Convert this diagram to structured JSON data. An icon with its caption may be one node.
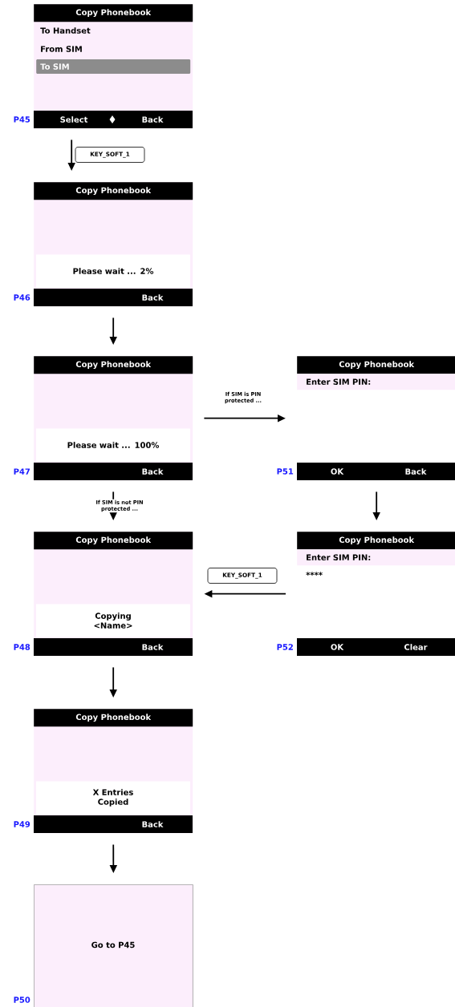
{
  "diagram": {
    "nodes": [
      {
        "text": [
          "Copy Phonebook",
          "To Handset",
          "From SIM",
          "To SIM",
          "Select",
          "Back"
        ],
        "beside": [
          "P45"
        ]
      },
      {
        "text": [
          "Copy Phonebook",
          "Please wait ... 2%",
          "Back"
        ],
        "beside": [
          "P46"
        ]
      },
      {
        "text": [
          "Copy Phonebook",
          "Please wait ... 100%",
          "Back"
        ],
        "beside": [
          "P47"
        ]
      },
      {
        "text": [
          "Copy Phonebook",
          "Enter SIM PIN:",
          "OK",
          "Back"
        ],
        "beside": [
          "P51"
        ]
      },
      {
        "text": [
          "Copy Phonebook",
          "Copying <Name>",
          "Back"
        ],
        "beside": [
          "P48"
        ]
      },
      {
        "text": [
          "Copy Phonebook",
          "Enter SIM PIN:",
          "****",
          "OK",
          "Clear"
        ],
        "beside": [
          "P52"
        ]
      },
      {
        "text": [
          "Copy Phonebook",
          "X Entries Copied",
          "Back"
        ],
        "beside": [
          "P49"
        ]
      },
      {
        "text": [
          "Go to P45"
        ],
        "beside": [
          "P50"
        ]
      }
    ],
    "edges": [
      {
        "from": 0,
        "to": 1,
        "arrow": "to",
        "label": "KEY_SOFT_1"
      },
      {
        "from": 1,
        "to": 2,
        "arrow": "to"
      },
      {
        "from": 2,
        "to": 3,
        "arrow": "to",
        "label": "If SIM is PIN protected ..."
      },
      {
        "from": 2,
        "to": 4,
        "arrow": "to",
        "label": "If SIM is not PIN protected ..."
      },
      {
        "from": 3,
        "to": 5,
        "arrow": "to"
      },
      {
        "from": 5,
        "to": 4,
        "arrow": "to",
        "label": "KEY_SOFT_1"
      },
      {
        "from": 4,
        "to": 6,
        "arrow": "to"
      },
      {
        "from": 6,
        "to": 7,
        "arrow": "to"
      }
    ]
  }
}
